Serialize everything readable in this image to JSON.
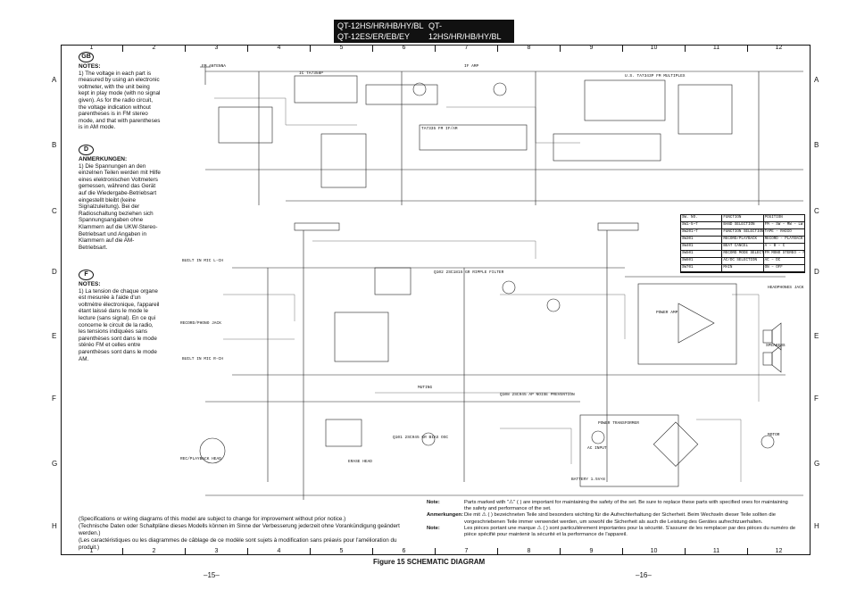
{
  "title": {
    "line1_left": "QT-12HS/HR/HB/HY/BL",
    "line1_right": "QT-12HS/HR/HB/HY/BL",
    "line2_left": "QT-12ES/ER/EB/EY",
    "line2_right": "QT-12ES/ER/EB/EY"
  },
  "columns": [
    "1",
    "2",
    "3",
    "4",
    "5",
    "6",
    "7",
    "8",
    "9",
    "10",
    "11",
    "12"
  ],
  "rows": [
    "A",
    "B",
    "C",
    "D",
    "E",
    "F",
    "G",
    "H"
  ],
  "notes_gb": {
    "badge": "GB",
    "heading": "NOTES:",
    "text": "1) The voltage in each part is measured by using an electronic voltmeter, with the unit being kept in play mode (with no signal given). As for the radio circuit, the voltage indication without parentheses is in FM stereo mode, and that with parentheses is in AM mode."
  },
  "notes_d": {
    "badge": "D",
    "heading": "ANMERKUNGEN:",
    "text": "1) Die Spannungen an den einzelnen Teilen werden mit Hilfe eines elektronischen Voltmeters gemessen, während das Gerät auf die Wiedergabe-Betriebsart eingestellt bleibt (keine Signalzuleitung). Bei der Radioschaltung beziehen sich Spannungsangaben ohne Klammern auf die UKW-Stereo-Betriebsart und Angaben in Klammern auf die AM-Betriebsart."
  },
  "notes_f": {
    "badge": "F",
    "heading": "NOTES:",
    "text": "1) La tension de chaque organe est mesurée à l'aide d'un voltmètre électronique, l'appareil étant laissé dans le mode le lecture (sans signal). En ce qui concerne le circuit de la radio, les tensions indiquées sans parenthèses sont dans le mode stéréo FM et celles entre parenthèses sont dans le mode AM."
  },
  "spec_notice": [
    "(Specifications or wiring diagrams of this model are subject to change for improvement without prior notice.)",
    "(Technische Daten oder Schaltpläne dieses Modells können im Sinne der Verbesserung jederzeit ohne Vorankündigung geändert werden.)",
    "(Les caractéristiques ou les diagrammes de câblage de ce modèle sont sujets à modification sans préavis pour l'amélioration du produit.)"
  ],
  "safety_notes": [
    {
      "label": "Note:",
      "text": "Parts marked with \"⚠\" ( ) are important for maintaining the safety of the set. Be sure to replace these parts with specified ones for maintaining the safety and performance of the set."
    },
    {
      "label": "Anmerkungen:",
      "text": "Die mit ⚠ ( ) bezeichneten Teile sind besonders wichting für die Aufrechterhaltung der Sicherheit. Beim Wechseln dieser Teile sollten die vorgeschriebenen Teile immer verwendet werden, um sowohl die Sicherheit als auch die Leistung des Gerätes aufrechtzuerhalten."
    },
    {
      "label": "Note:",
      "text": "Les pièces portant une marque ⚠ ( ) sont particulièrement importantes pour la sécurité. S'assurer de les remplacer par des pièces du numéro de pièce spécifié pour maintenir la sécurité et la performance de l'appareil."
    }
  ],
  "figure_caption": "Figure 15 SCHEMATIC DIAGRAM",
  "page_left": "–15–",
  "page_right": "–16–",
  "labels": {
    "fm_antenna": "FM ANTENNA",
    "if_amp": "IF AMP",
    "muting": "MUTING",
    "ripple_filter": "Q102 2SC1815 GR RIPPLE FILTER",
    "noise_prevention": "Q108 2SC945 AP NOISE PREVENTION",
    "bias_osc": "Q101 2SC945 GR BIAS OSC",
    "power_amp": "POWER AMP",
    "speakers": "SPEAKERS",
    "headphones": "HEADPHONES JACK",
    "power_transformer": "POWER TRANSFORMER",
    "ac_input": "AC INPUT",
    "battery": "BATTERY 1.5V×8",
    "multiplex": "U.S. TA7343P FM MULTIPLEX",
    "tuner_ic": "IC TA7358P",
    "fm_if": "TA7335 FM IF/AM",
    "built_in_mic_l": "BUILT IN MIC L-CH",
    "built_in_mic_r": "BUILT IN MIC R-CH",
    "rec_phono": "RECORD/PHONO JACK",
    "playback_head": "REC/PLAYBACK HEAD",
    "erase_head": "ERASE HEAD",
    "motor": "MOTOR"
  },
  "switch_table": {
    "headers": [
      "SW. NO.",
      "FUNCTION",
      "POSITION"
    ],
    "rows": [
      [
        "SW1-5~7",
        "BAND SELECTION",
        "FM – SW – MW – LW"
      ],
      [
        "SW201~7",
        "FUNCTION SELECTION",
        "TAPE – RADIO"
      ],
      [
        "SW301",
        "RECORD/PLAYBACK",
        "RECORD – PLAYBACK"
      ],
      [
        "SW401",
        "BEAT CANCEL",
        "A – B – C"
      ],
      [
        "SW501",
        "RECORD MODE SELECTION",
        "FM MONO STEREO – FM WIDE"
      ],
      [
        "SW601",
        "AC/DC SELECTION",
        "AC – DC"
      ],
      [
        "SW701",
        "MAIN",
        "ON – OFF"
      ]
    ]
  }
}
